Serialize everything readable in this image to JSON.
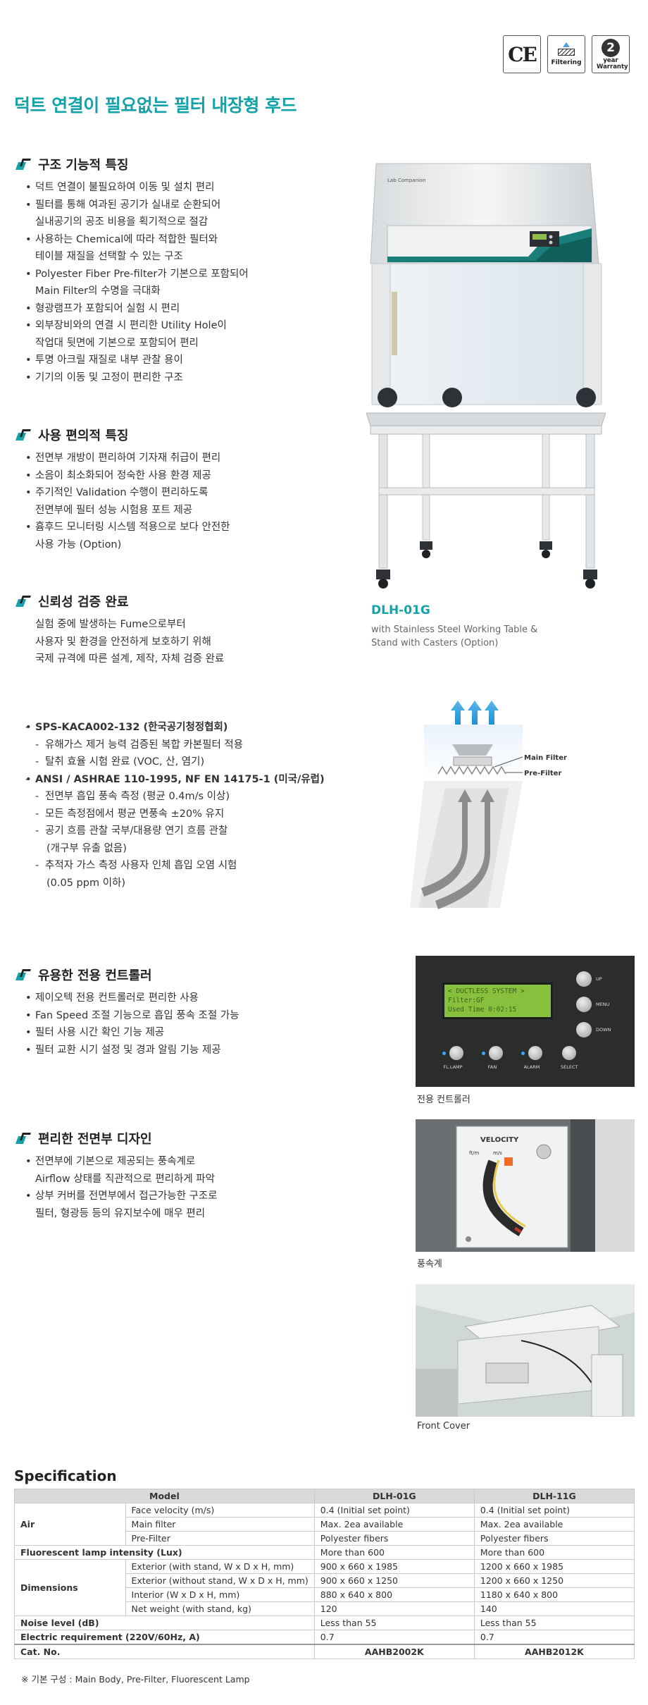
{
  "badges": {
    "ce": "CE",
    "filtering": "Filtering",
    "warranty_num": "2",
    "warranty_text": "year Warranty"
  },
  "title": "덕트 연결이 필요없는 필터 내장형 후드",
  "sections": {
    "structure": {
      "heading": "구조 기능적 특징",
      "items": [
        [
          "덕트 연결이 불필요하여 이동 및 설치 편리"
        ],
        [
          "필터를 통해 여과된 공기가 실내로 순환되어",
          "실내공기의 공조 비용을 획기적으로 절감"
        ],
        [
          "사용하는 Chemical에 따라 적합한 필터와",
          "테이블 재질을 선택할 수 있는 구조"
        ],
        [
          "Polyester Fiber Pre-filter가 기본으로 포함되어",
          "Main Filter의 수명을 극대화"
        ],
        [
          "형광램프가 포함되어 실험 시 편리"
        ],
        [
          "외부장비와의 연결 시 편리한 Utility Hole이",
          "작업대 뒷면에 기본으로 포함되어 편리"
        ],
        [
          "투명 아크릴 재질로 내부 관찰 용이"
        ],
        [
          "기기의 이동 및 고정이 편리한 구조"
        ]
      ]
    },
    "convenience": {
      "heading": "사용 편의적 특징",
      "items": [
        [
          "전면부 개방이 편리하여 기자재 취급이 편리"
        ],
        [
          "소음이 최소화되어 정숙한 사용 환경 제공"
        ],
        [
          "주기적인 Validation 수행이 편리하도록",
          "전면부에 필터 성능 시험용 포트 제공"
        ],
        [
          "흄후드 모니터링 시스템 적용으로 보다 안전한",
          "사용 가능 (Option)"
        ]
      ]
    },
    "reliability": {
      "heading": "신뢰성 검증 완료",
      "lines": [
        "실험 중에 발생하는 Fume으로부터",
        "사용자 및 환경을 안전하게 보호하기 위해",
        "국제 규격에 따른 설계, 제작, 자체 검증 완료"
      ]
    },
    "standards": {
      "std1": "SPS-KACA002-132 (한국공기청정협회)",
      "std1_items": [
        "유해가스 제거 능력 검증된 복합 카본필터 적용",
        "탈취 효율 시험 완료 (VOC, 산, 염기)"
      ],
      "std2": "ANSI / ASHRAE 110-1995, NF EN 14175-1 (미국/유럽)",
      "std2_items": [
        [
          "전면부 흡입 풍속 측정 (평균 0.4m/s 이상)"
        ],
        [
          "모든 측정점에서 평균 면풍속 ±20% 유지"
        ],
        [
          "공기 흐름 관찰 국부/대용량 연기 흐름 관찰",
          "(개구부 유출 없음)"
        ],
        [
          "추적자 가스 측정 사용자 인체 흡입 오염 시험",
          "(0.05 ppm 이하)"
        ]
      ],
      "diagram_main": "Main Filter",
      "diagram_pre": "Pre-Filter"
    },
    "controller": {
      "heading": "유용한 전용 컨트롤러",
      "items": [
        [
          "제이오텍 전용 컨트롤러로 편리한 사용"
        ],
        [
          "Fan Speed 조절 기능으로 흡입 풍속 조절 가능"
        ],
        [
          "필터 사용 시간 확인 기능 제공"
        ],
        [
          "필터 교환 시기 설정 및 경과 알림 기능 제공"
        ]
      ]
    },
    "front": {
      "heading": "편리한 전면부 디자인",
      "items": [
        [
          "전면부에 기본으로 제공되는 풍속계로",
          "Airflow 상태를 직관적으로 편리하게 파악"
        ],
        [
          "상부 커버를 전면부에서 접근가능한 구조로",
          "필터, 형광등 등의 유지보수에 매우 편리"
        ]
      ]
    }
  },
  "product": {
    "brand": "Lab Companion",
    "model": "DLH-01G",
    "caption": [
      "with Stainless Steel Working Table &",
      "Stand with Casters (Option)"
    ]
  },
  "controller_panel": {
    "lcd1": "< DUCTLESS  SYSTEM >",
    "lcd2": "Filter:GF",
    "lcd3": "Used Time    0:02:15",
    "buttons_right": [
      "UP",
      "MENU",
      "DOWN"
    ],
    "buttons_bottom": [
      "FL.LAMP",
      "FAN",
      "ALARM",
      "SELECT"
    ],
    "caption": "전용 컨트롤러"
  },
  "gauge": {
    "title": "VELOCITY",
    "unit_left": "ft/m",
    "unit_right": "m/s",
    "caption": "풍속계"
  },
  "cover": {
    "caption": "Front Cover"
  },
  "spec": {
    "title": "Specification",
    "header": [
      "Model",
      "DLH-01G",
      "DLH-11G"
    ],
    "rows": {
      "air": "Air",
      "face": [
        "Face velocity (m/s)",
        "0.4 (Initial set point)",
        "0.4 (Initial set point)"
      ],
      "main": [
        "Main filter",
        "Max. 2ea available",
        "Max. 2ea available"
      ],
      "pre": [
        "Pre-Filter",
        "Polyester fibers",
        "Polyester fibers"
      ],
      "lamp": [
        "Fluorescent lamp intensity (Lux)",
        "More than 600",
        "More than 600"
      ],
      "dim": "Dimensions",
      "ext_stand": [
        "Exterior (with stand, W x D x H, mm)",
        "900 x 660 x 1985",
        "1200 x 660 x 1985"
      ],
      "ext_nostand": [
        "Exterior (without stand, W x D x H, mm)",
        "900 x 660 x 1250",
        "1200 x 660 x 1250"
      ],
      "interior": [
        "Interior (W x D x H, mm)",
        "880 x 640 x 800",
        "1180 x 640 x 800"
      ],
      "weight": [
        "Net weight (with stand, kg)",
        "120",
        "140"
      ],
      "noise": [
        "Noise level (dB)",
        "Less than 55",
        "Less than 55"
      ],
      "elec": [
        "Electric requirement (220V/60Hz, A)",
        "0.7",
        "0.7"
      ],
      "cat": [
        "Cat. No.",
        "AAHB2002K",
        "AAHB2012K"
      ]
    },
    "note": "※ 기본 구성 : Main Body, Pre-Filter, Fluorescent Lamp"
  }
}
